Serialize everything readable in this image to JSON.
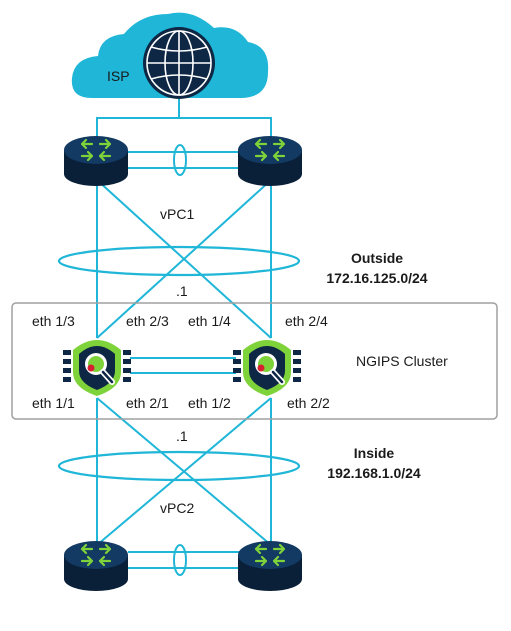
{
  "cloud": {
    "label": "ISP"
  },
  "vpc": {
    "top": "vPC1",
    "bottom": "vPC2"
  },
  "outside": {
    "title": "Outside",
    "subnet": "172.16.125.0/24",
    "color": "#c8273a"
  },
  "inside": {
    "title": "Inside",
    "subnet": "192.168.1.0/24",
    "color": "#6db33f"
  },
  "address_top": ".1",
  "address_bottom": ".1",
  "cluster": {
    "label": "NGIPS Cluster"
  },
  "ports": {
    "left_top_a": "eth 1/3",
    "left_top_b": "eth 2/3",
    "right_top_a": "eth 1/4",
    "right_top_b": "eth 2/4",
    "left_bottom_a": "eth 1/1",
    "left_bottom_b": "eth 2/1",
    "right_bottom_a": "eth 1/2",
    "right_bottom_b": "eth 2/2"
  },
  "colors": {
    "link": "#1fb6d8",
    "router": "#0d2745",
    "router_arrow": "#7fd33a",
    "cloud": "#1fb6d8",
    "globe": "#0d2745",
    "ngips_shield": "#7fd33a",
    "ngips_body": "#0d2745",
    "cluster_border": "#a0a0a0"
  },
  "icons": {
    "router": "router-icon",
    "globe": "globe-icon",
    "ngips": "ngips-shield-icon"
  }
}
